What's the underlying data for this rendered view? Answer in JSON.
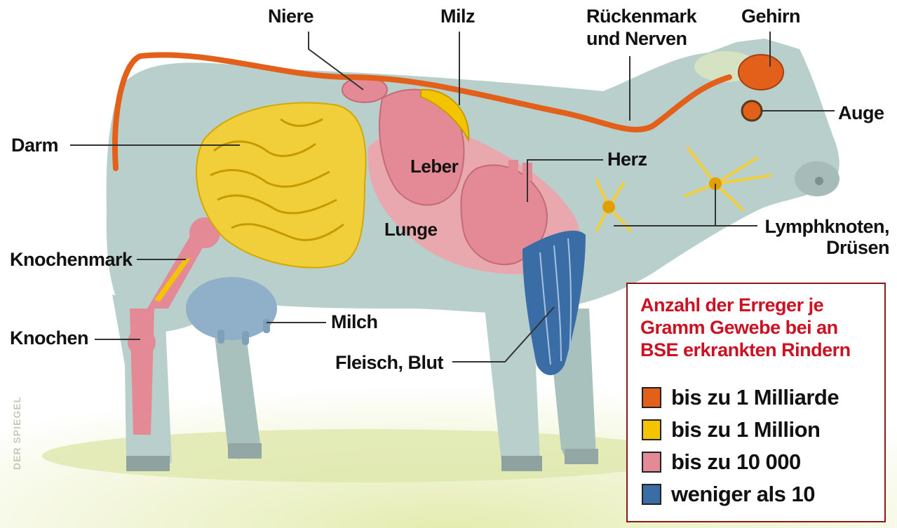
{
  "labels": {
    "niere": "Niere",
    "milz": "Milz",
    "rueckenmark_line1": "Rückenmark",
    "rueckenmark_line2": "und Nerven",
    "gehirn": "Gehirn",
    "auge": "Auge",
    "darm": "Darm",
    "leber": "Leber",
    "herz": "Herz",
    "lunge": "Lunge",
    "lymph_line1": "Lymphknoten,",
    "lymph_line2": "Drüsen",
    "knochenmark": "Knochenmark",
    "milch": "Milch",
    "knochen": "Knochen",
    "fleisch": "Fleisch, Blut"
  },
  "legend": {
    "title_line1": "Anzahl der Erreger je",
    "title_line2": "Gramm Gewebe bei an",
    "title_line3": "BSE erkrankten Rindern",
    "items": [
      {
        "label": "bis zu 1 Milliarde",
        "color": "#e2601a"
      },
      {
        "label": "bis zu 1 Million",
        "color": "#f5c400"
      },
      {
        "label": "bis zu 10 000",
        "color": "#e48a96"
      },
      {
        "label": "weniger als 10",
        "color": "#3a6da6"
      }
    ]
  },
  "watermark": "DER SPIEGEL",
  "colors": {
    "cow_body": "#b9cfcb",
    "cow_shadow": "#9fb6b1",
    "ground": "#eef2c6",
    "spine": "#e2601a",
    "intestine": "#f1cf3a",
    "organ_pink": "#e48a96",
    "muscle_blue": "#3a6da6",
    "udder_blue": "#8fb0c8"
  }
}
